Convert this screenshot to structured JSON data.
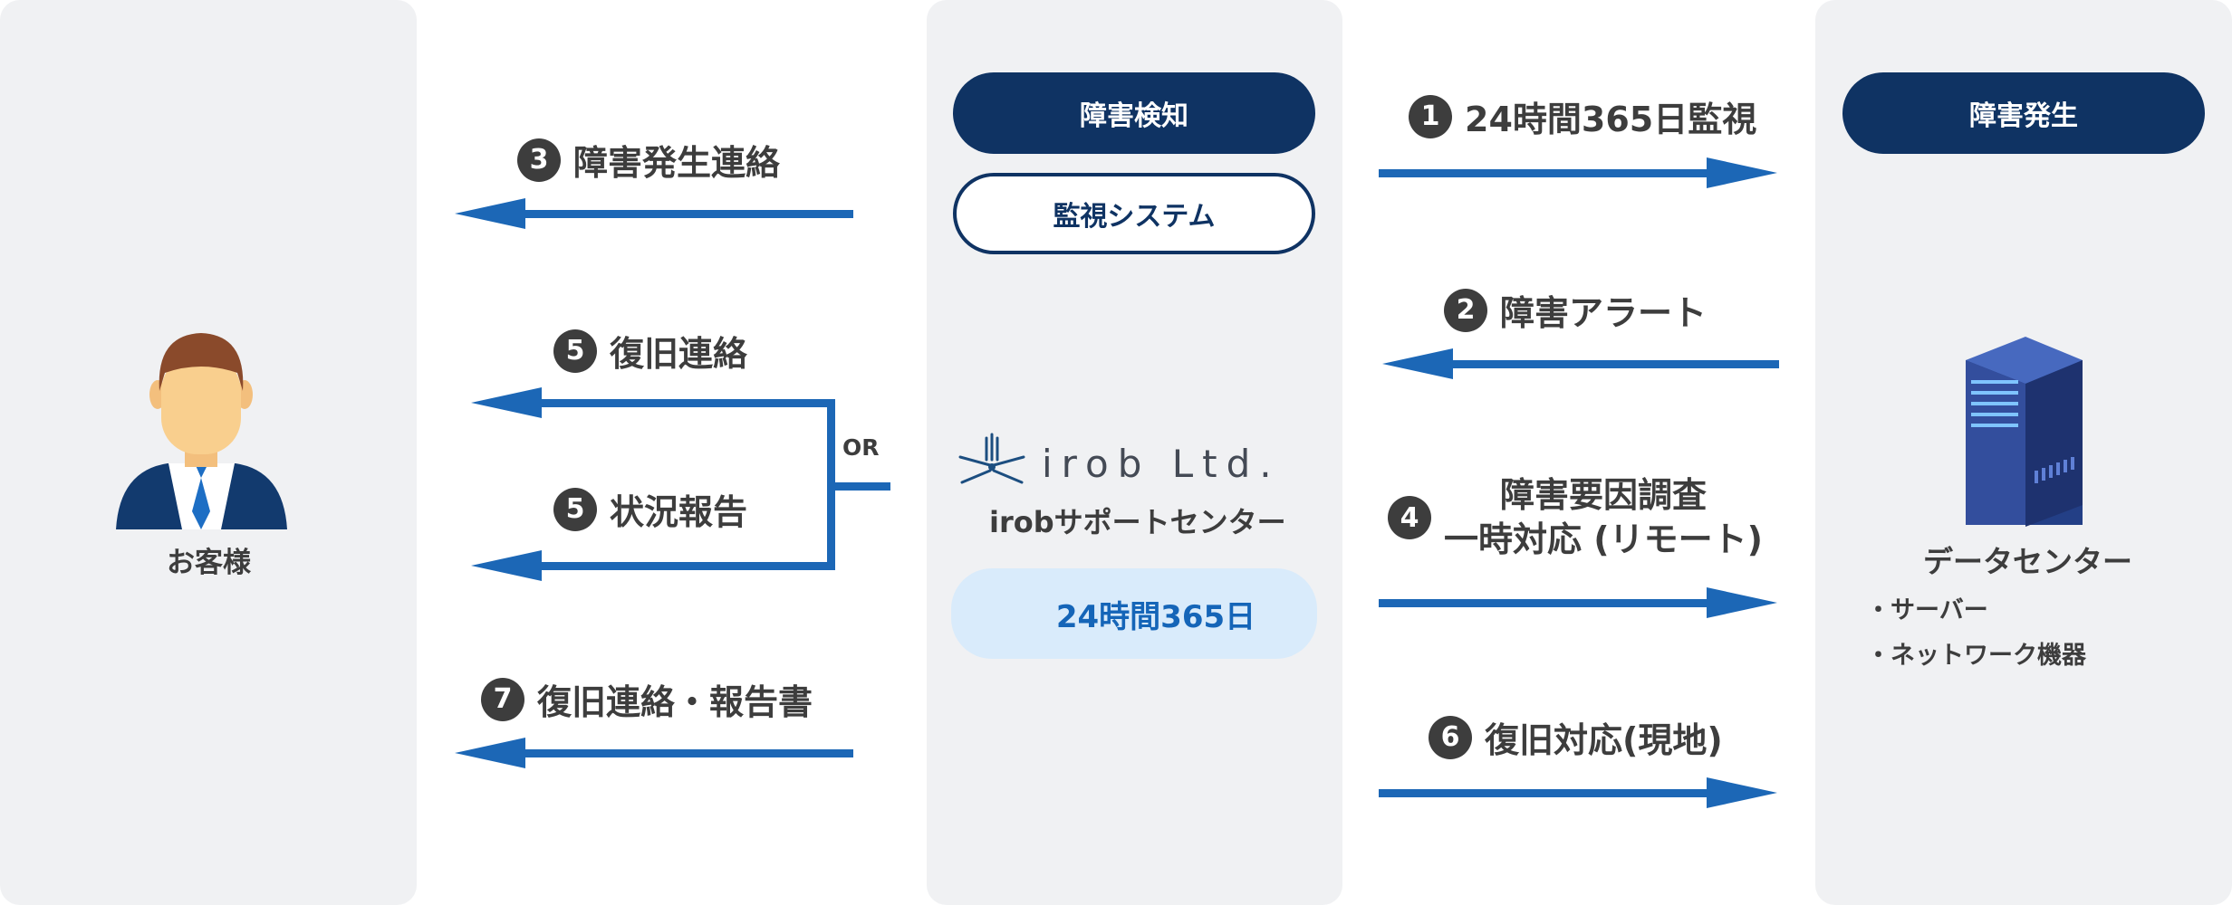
{
  "customer": {
    "label": "お客様"
  },
  "center": {
    "detect_label": "障害検知",
    "system_label": "監視システム",
    "logo_text": "irob Ltd.",
    "center_name": "irobサポートセンター",
    "hours_label": "24時間365日"
  },
  "datacenter": {
    "incident_label": "障害発生",
    "name": "データセンター",
    "items": [
      "・サーバー",
      "・ネットワーク機器"
    ]
  },
  "steps": {
    "s1": {
      "num": "1",
      "label": "24時間365日監視"
    },
    "s2": {
      "num": "2",
      "label": "障害アラート"
    },
    "s3": {
      "num": "3",
      "label": "障害発生連絡"
    },
    "s4": {
      "num": "4",
      "line1": "障害要因調査",
      "line2": "一時対応 (リモート)"
    },
    "s5a": {
      "num": "5",
      "label": "復旧連絡"
    },
    "s5b": {
      "num": "5",
      "label": "状況報告"
    },
    "s6": {
      "num": "6",
      "label": "復旧対応(現地)"
    },
    "s7": {
      "num": "7",
      "label": "復旧連絡・報告書"
    }
  },
  "or_label": "OR",
  "colors": {
    "navy": "#0f3363",
    "arrow_blue": "#1c67b6",
    "panel_gray": "#f0f1f3",
    "text_dark": "#3d3d3d"
  }
}
